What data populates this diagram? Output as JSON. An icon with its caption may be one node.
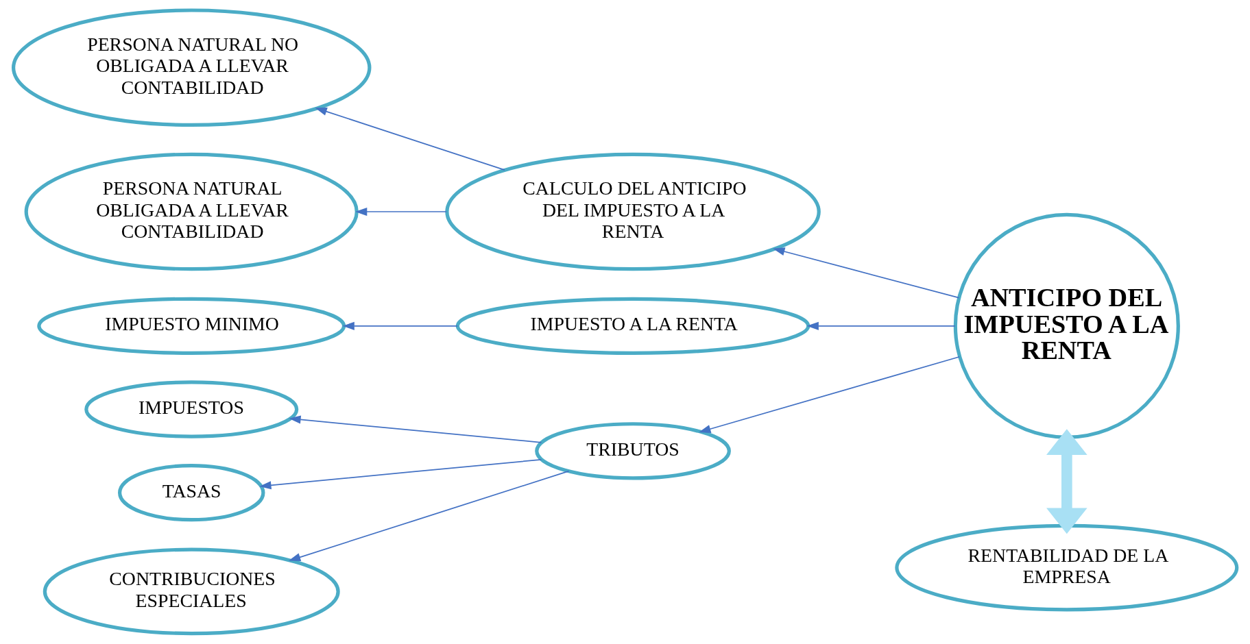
{
  "diagram": {
    "nodes": [
      {
        "text": [
          "ANTICIPO DEL IMPUESTO A LA RENTA"
        ]
      },
      {
        "text": [
          "CALCULO DEL ANTICIPO DEL IMPUESTO A LA RENTA"
        ]
      },
      {
        "text": [
          "PERSONA NATURAL NO OBLIGADA A LLEVAR CONTABILIDAD"
        ]
      },
      {
        "text": [
          "PERSONA NATURAL OBLIGADA A LLEVAR CONTABILIDAD"
        ]
      },
      {
        "text": [
          "RENTABILIDAD DE LA EMPRESA"
        ]
      },
      {
        "text": [
          "IMPUESTO A LA RENTA"
        ]
      },
      {
        "text": [
          "IMPUESTO MINIMO"
        ]
      },
      {
        "text": [
          "TRIBUTOS"
        ]
      },
      {
        "text": [
          "IMPUESTOS"
        ]
      },
      {
        "text": [
          "TASAS"
        ]
      },
      {
        "text": [
          "CONTRIBUCIONES ESPECIALES"
        ]
      }
    ],
    "edges": [
      {
        "from": 0,
        "to": 1,
        "arrow": "to"
      },
      {
        "from": 1,
        "to": 2,
        "arrow": "to"
      },
      {
        "from": 1,
        "to": 3,
        "arrow": "to"
      },
      {
        "from": 0,
        "to": 4,
        "arrow": "both",
        "style": "thick",
        "color": "#a8e0f4"
      },
      {
        "from": 0,
        "to": 5,
        "arrow": "to"
      },
      {
        "from": 5,
        "to": 6,
        "arrow": "to"
      },
      {
        "from": 0,
        "to": 7,
        "arrow": "to"
      },
      {
        "from": 7,
        "to": 8,
        "arrow": "to"
      },
      {
        "from": 7,
        "to": 9,
        "arrow": "to"
      },
      {
        "from": 7,
        "to": 10,
        "arrow": "to"
      }
    ]
  }
}
